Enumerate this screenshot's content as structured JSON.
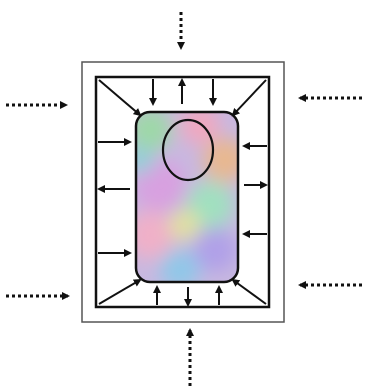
{
  "diagram": {
    "components": [
      {
        "id": "outer-wall",
        "shape": "rectangle"
      },
      {
        "id": "inner-membrane",
        "shape": "rectangle"
      },
      {
        "id": "protoplast",
        "shape": "rounded-rectangle",
        "fill": "multicolor-gradient"
      },
      {
        "id": "nucleus",
        "shape": "ellipse"
      }
    ],
    "external_arrows": {
      "style": "dotted",
      "direction": "inward",
      "positions": [
        "top",
        "bottom",
        "left-upper",
        "left-lower",
        "right-upper",
        "right-lower"
      ]
    },
    "internal_arrows": {
      "style": "solid",
      "between": [
        "inner-membrane",
        "protoplast"
      ],
      "corner_diagonals": 4
    },
    "colors": {
      "stroke": "#111111",
      "outer_wall_stroke": "#555555",
      "background": "#ffffff",
      "protoplast_palette": [
        "#c8a0e8",
        "#a8e0b0",
        "#f0b0c0",
        "#90c8e8",
        "#e8d8a0",
        "#d090d8"
      ]
    }
  }
}
